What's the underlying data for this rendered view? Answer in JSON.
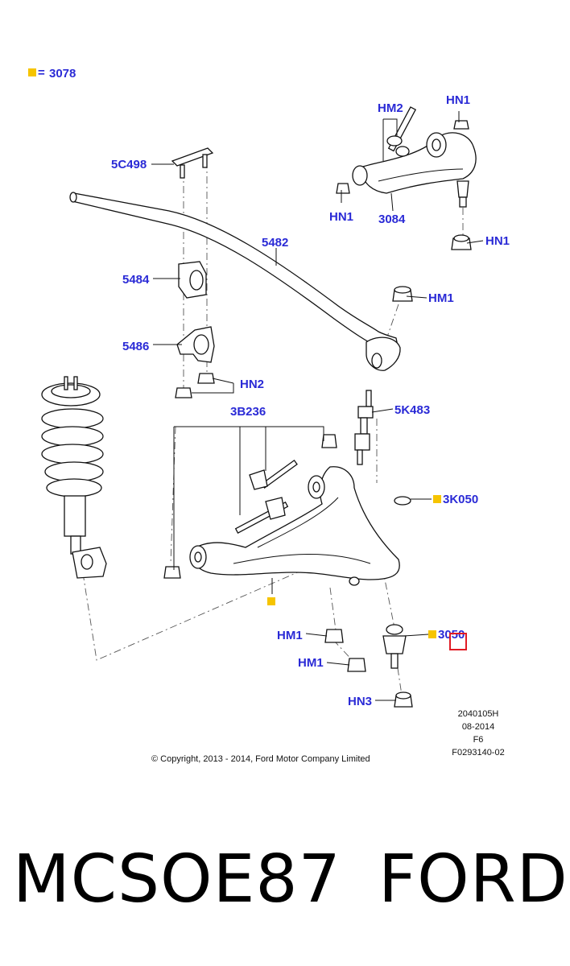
{
  "legend": {
    "marker_color": "#f6c400",
    "eq": "=",
    "code": "3078"
  },
  "labels": {
    "hm2_top": "HM2",
    "hn1_top": "HN1",
    "c5c498": "5C498",
    "hn1_left": "HN1",
    "p3084": "3084",
    "hn1_right": "HN1",
    "p5482": "5482",
    "p5484": "5484",
    "hm1_upper": "HM1",
    "p5486": "5486",
    "hn2": "HN2",
    "p3b236": "3B236",
    "p5k483": "5K483",
    "p3k050": "3K050",
    "hm1_a": "HM1",
    "hm1_b": "HM1",
    "p3050": "3050",
    "hn3": "HN3"
  },
  "meta": {
    "line1": "2040105H",
    "line2": "08-2014",
    "line3": "F6",
    "line4": "F0293140-02",
    "copyright": "© Copyright, 2013 - 2014, Ford Motor Company Limited"
  },
  "caption": {
    "code": "MCSOE87",
    "brand": "FORD"
  },
  "colors": {
    "label_blue": "#2a2ad6",
    "highlight_red": "#e01b24",
    "marker_yellow": "#f6c400"
  }
}
